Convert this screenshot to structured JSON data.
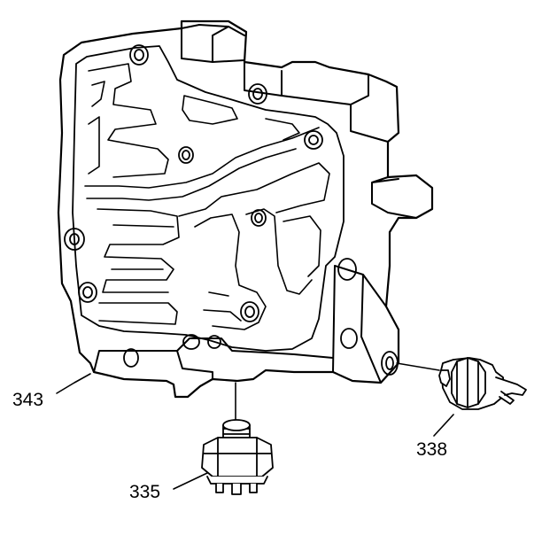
{
  "callouts": {
    "valve_body": "343",
    "switch_side": "338",
    "switch_bottom": "335"
  },
  "colors": {
    "ink": "#000000",
    "paper": "#ffffff"
  }
}
